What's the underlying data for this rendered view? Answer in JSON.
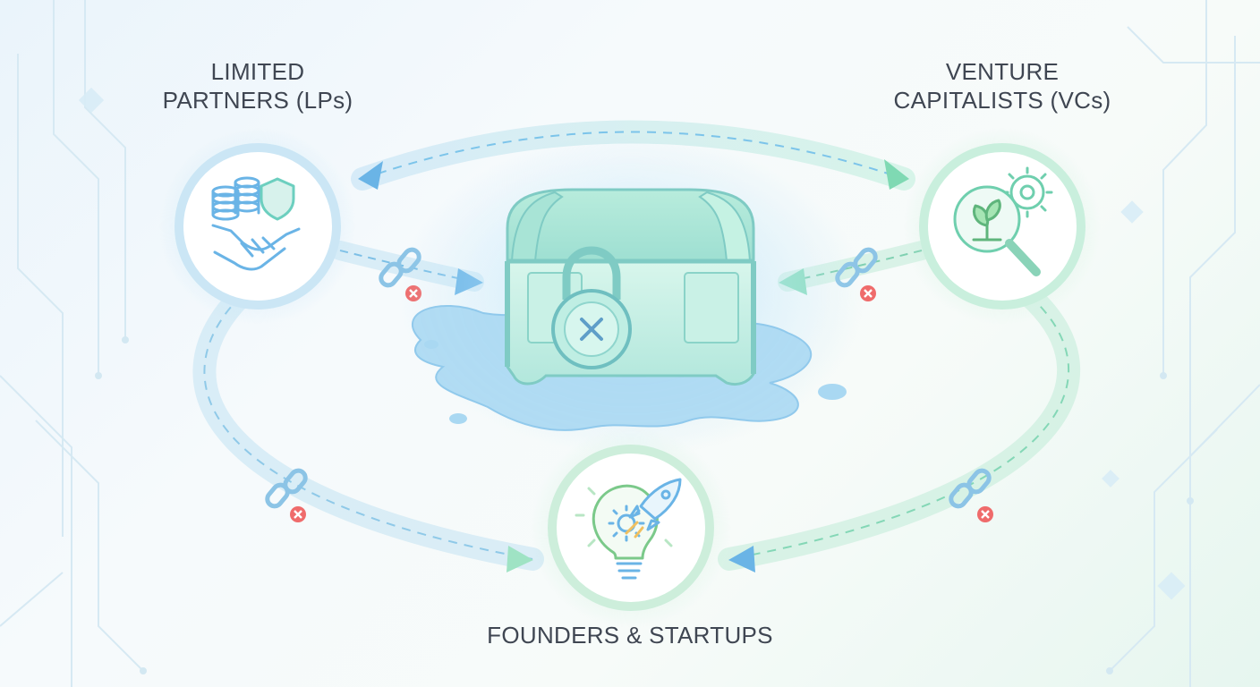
{
  "nodes": {
    "lps": {
      "line1": "LIMITED",
      "line2": "PARTNERS (LPs)",
      "icon": "coins-shield-handshake-icon"
    },
    "vcs": {
      "line1": "VENTURE",
      "line2": "CAPITALISTS (VCs)",
      "icon": "magnifier-sprout-gear-icon"
    },
    "founders": {
      "label": "FOUNDERS & STARTUPS",
      "icon": "lightbulb-rocket-icon"
    }
  },
  "center": {
    "icon": "locked-melting-treasure-chest-icon"
  },
  "colors": {
    "blue_accent": "#6ab4e6",
    "green_accent": "#7fd9b3",
    "chest_fill": "#c8f0e4",
    "puddle": "#a9d8f2",
    "error_badge": "#ef6b6b",
    "text": "#3f4652"
  },
  "broken_links": [
    "lps-to-chest",
    "vcs-to-chest",
    "lps-to-founders",
    "vcs-to-founders"
  ]
}
